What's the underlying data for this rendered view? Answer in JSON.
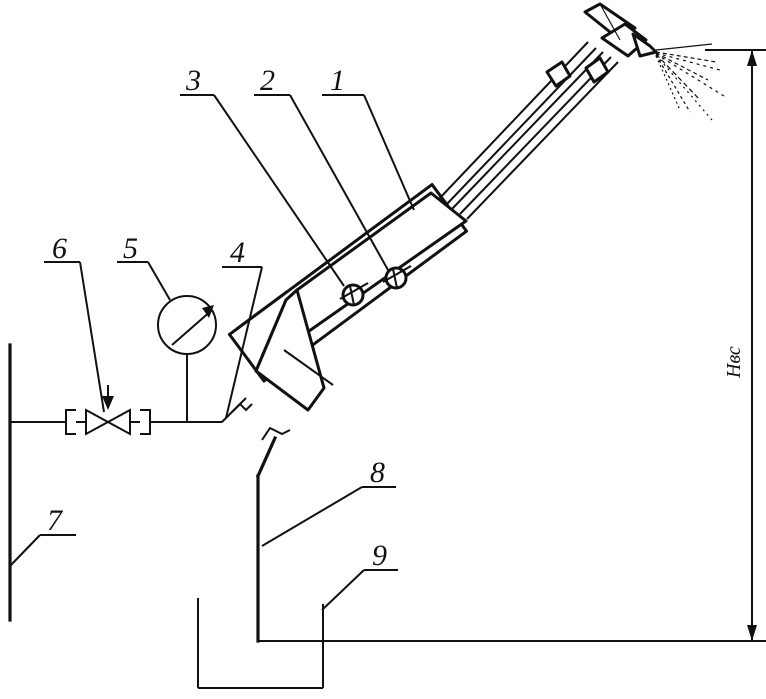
{
  "figure": {
    "callouts": [
      {
        "id": "1",
        "text": "1"
      },
      {
        "id": "2",
        "text": "2"
      },
      {
        "id": "3",
        "text": "3"
      },
      {
        "id": "4",
        "text": "4"
      },
      {
        "id": "5",
        "text": "5"
      },
      {
        "id": "6",
        "text": "6"
      },
      {
        "id": "7",
        "text": "7"
      },
      {
        "id": "8",
        "text": "8"
      },
      {
        "id": "9",
        "text": "9"
      }
    ],
    "dimension_label": "Hвс",
    "colors": {
      "ink": "#111111",
      "paper": "#ffffff"
    }
  }
}
